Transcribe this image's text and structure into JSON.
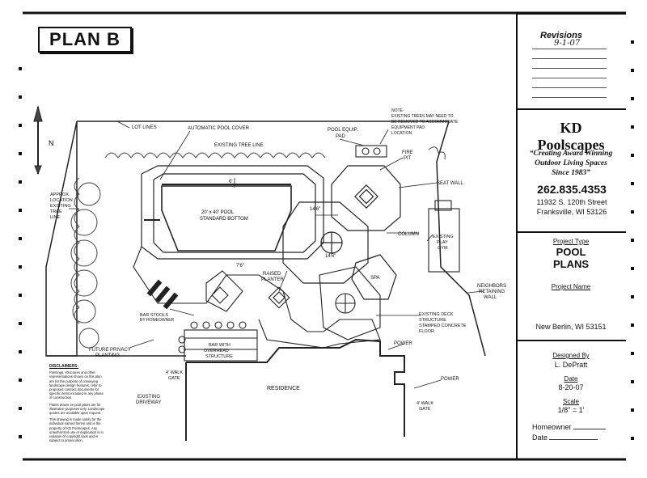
{
  "plan_title": "PLAN B",
  "compass": "N",
  "titleblock": {
    "revisions_label": "Revisions",
    "revision_date": "9-1-07",
    "company_name": "KD Poolscapes",
    "tagline_1": "“Creating Award Winning",
    "tagline_2": "Outdoor Living Spaces",
    "tagline_3": "Since 1983”",
    "phone": "262.835.4353",
    "address_1": "11932 S. 120th Street",
    "address_2": "Franksville, WI 53126",
    "project_type_label": "Project Type",
    "project_type_1": "POOL",
    "project_type_2": "PLANS",
    "project_name_label": "Project Name",
    "project_location": "New Berlin, WI 53151",
    "designed_by_label": "Designed By",
    "designer": "L. DePratt",
    "date_label": "Date",
    "date": "8-20-07",
    "scale_label": "Scale",
    "scale": "1/8\" = 1'",
    "homeowner_label": "Homeowner",
    "sign_date_label": "Date"
  },
  "disclaimer": {
    "title": "DISCLAIMERS:",
    "p1": "Paintings, structures and other representations shown on this plan are for the purpose of conveying landscape design features, refer to proposed contract documents for specific items included in any phase of construction.",
    "p2": "Plants drawn on pool plans are for illustrative purposes only. Landscape quotes are available upon request.",
    "p3": "This drawing is made solely for the individual named herein and is the property of KD Poolscapes. Any unauthorized use or duplication is in violation of copyright laws and is subject to prosecution."
  },
  "labels": {
    "lot_lines": "LOT LINES",
    "auto_cover": "AUTOMATIC POOL COVER",
    "tree_line": "EXISTING TREE LINE",
    "pool_equip_1": "POOL EQUIP.",
    "pool_equip_2": "PAD",
    "note_1": "NOTE-",
    "note_2": "EXISTING TREES MAY NEED TO",
    "note_3": "BE REMOVED TO ACCOMMODATE",
    "note_4": "EQUIPMENT PAD",
    "note_5": "LOCATION",
    "fire_pit_1": "FIRE",
    "fire_pit_2": "PIT",
    "seat_wall": "SEAT WALL",
    "approx_1": "APPROX.",
    "approx_2": "LOCATION",
    "approx_3": "EXISTING",
    "approx_4": "TREE",
    "approx_5": "LINE",
    "pool_size_1": "20' x 40' POOL",
    "pool_size_2": "STANDARD BOTTOM",
    "dim_6": "6'",
    "dim_14": "14'6\"",
    "dim_7": "7'6\"",
    "dim_14b": "14'6\"",
    "column": "COLUMN",
    "play_gym_1": "EXISTING",
    "play_gym_2": "PLAY",
    "play_gym_3": "GYM",
    "raised_1": "RAISED",
    "raised_2": "PLANTER",
    "spa": "SPA",
    "retain_1": "NEIGHBORS",
    "retain_2": "RETAINING",
    "retain_3": "WALL",
    "bar_stools_1": "BAR STOOLS",
    "bar_stools_2": "BY HOMEOWNER",
    "deck_1": "EXISTING DECK",
    "deck_2": "STRUCTURE",
    "deck_3": "STAMPED CONCRETE",
    "deck_4": "FLOOR",
    "bar_1": "BAR WITH",
    "bar_2": "OVERHEAD",
    "bar_3": "STRUCTURE",
    "privacy_1": "FUTURE PRIVACY",
    "privacy_2": "PLANTING",
    "power_1": "POWER",
    "power_2": "POWER",
    "gate_left_1": "4' WALK",
    "gate_left_2": "GATE",
    "gate_right_1": "4' WALK",
    "gate_right_2": "GATE",
    "residence": "RESIDENCE",
    "driveway_1": "EXISTING",
    "driveway_2": "DRIVEWAY"
  }
}
